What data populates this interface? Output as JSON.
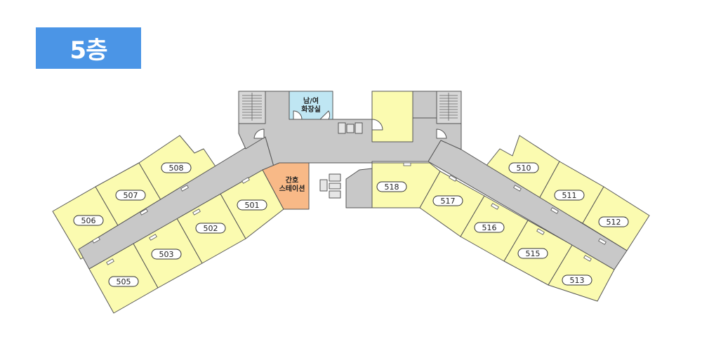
{
  "floor": {
    "label": "5층"
  },
  "facilities": {
    "restroom": {
      "line1": "남/여",
      "line2": "화장실"
    },
    "nurse_station": {
      "line1": "간호",
      "line2": "스테이션"
    }
  },
  "rooms": [
    "501",
    "502",
    "503",
    "505",
    "506",
    "507",
    "508",
    "510",
    "511",
    "512",
    "513",
    "515",
    "516",
    "517",
    "518"
  ],
  "colors": {
    "room": "#fbfbb0",
    "corridor": "#c8c8c8",
    "restroom": "#bfe6f3",
    "nurse_station": "#f8b987",
    "badge": "#4b95e6"
  }
}
